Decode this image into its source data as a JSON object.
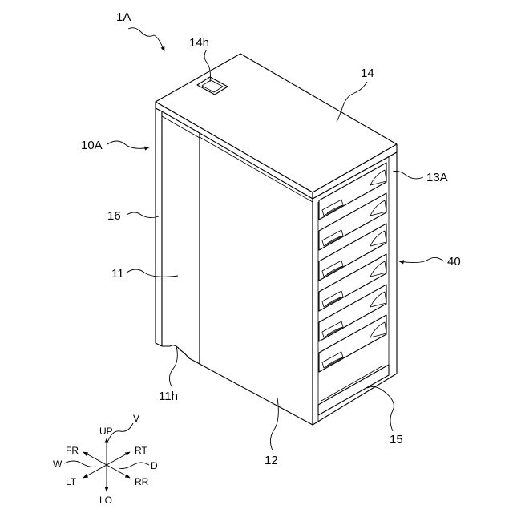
{
  "labels": {
    "system": "1A",
    "front_unit": "10A",
    "front_panel": "11",
    "opening": "11h",
    "side_panel": "12",
    "rack_side": "13A",
    "top_plate": "14",
    "top_hole": "14h",
    "base": "15",
    "edge_frame": "16",
    "drawer_unit": "40"
  },
  "axes": {
    "up": "UP",
    "lo": "LO",
    "fr": "FR",
    "rr": "RR",
    "rt": "RT",
    "lt": "LT",
    "w": "W",
    "d": "D",
    "v": "V"
  },
  "icons": {
    "leader": "wavy-leader-line",
    "arrow": "arrow-head-icon"
  }
}
